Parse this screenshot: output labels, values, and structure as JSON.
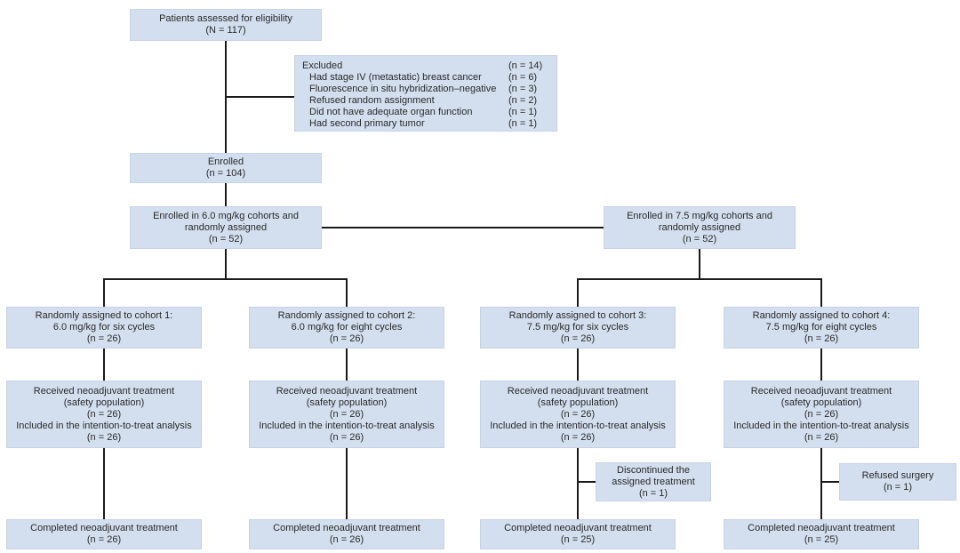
{
  "figure": {
    "type": "consort-flow-diagram",
    "box_fill_color": "#d3dfee",
    "line_color": "#1a1a1a",
    "text_color": "#29292b"
  },
  "eligibility": {
    "lines": [
      "Patients assessed for eligibility",
      "(N = 117)"
    ]
  },
  "excluded": {
    "header": {
      "label": "Excluded",
      "n": "(n = 14)"
    },
    "items": [
      {
        "label": "Had stage IV (metastatic) breast cancer",
        "n": "(n = 6)"
      },
      {
        "label": "Fluorescence in situ hybridization–negative",
        "n": "(n = 3)"
      },
      {
        "label": "Refused random assignment",
        "n": "(n = 2)"
      },
      {
        "label": "Did not have adequate organ function",
        "n": "(n = 1)"
      },
      {
        "label": "Had second primary tumor",
        "n": "(n = 1)"
      }
    ]
  },
  "enrolled": {
    "lines": [
      "Enrolled",
      "(n = 104)"
    ]
  },
  "arm_60": {
    "lines": [
      "Enrolled in 6.0 mg/kg cohorts and",
      "randomly assigned",
      "(n = 52)"
    ]
  },
  "arm_75": {
    "lines": [
      "Enrolled in 7.5 mg/kg cohorts and",
      "randomly assigned",
      "(n = 52)"
    ]
  },
  "cohorts": [
    {
      "assigned": [
        "Randomly assigned to cohort 1:",
        "6.0 mg/kg for six cycles",
        "(n = 26)"
      ],
      "received": [
        "Received neoadjuvant treatment",
        "(safety population)",
        "(n = 26)",
        "Included in the intention-to-treat analysis",
        "(n = 26)"
      ],
      "completed": [
        "Completed neoadjuvant treatment",
        "(n = 26)"
      ]
    },
    {
      "assigned": [
        "Randomly assigned to cohort 2:",
        "6.0 mg/kg for eight cycles",
        "(n = 26)"
      ],
      "received": [
        "Received neoadjuvant treatment",
        "(safety population)",
        "(n = 26)",
        "Included in the intention-to-treat analysis",
        "(n = 26)"
      ],
      "completed": [
        "Completed neoadjuvant treatment",
        "(n = 26)"
      ]
    },
    {
      "assigned": [
        "Randomly assigned to cohort 3:",
        "7.5 mg/kg for six cycles",
        "(n = 26)"
      ],
      "received": [
        "Received neoadjuvant treatment",
        "(safety population)",
        "(n = 26)",
        "Included in the intention-to-treat analysis",
        "(n = 26)"
      ],
      "completed": [
        "Completed neoadjuvant treatment",
        "(n = 25)"
      ]
    },
    {
      "assigned": [
        "Randomly assigned to cohort 4:",
        "7.5 mg/kg for eight cycles",
        "(n = 26)"
      ],
      "received": [
        "Received neoadjuvant treatment",
        "(safety population)",
        "(n = 26)",
        "Included in the intention-to-treat analysis",
        "(n = 26)"
      ],
      "completed": [
        "Completed neoadjuvant treatment",
        "(n = 25)"
      ]
    }
  ],
  "dropouts": {
    "discontinued": {
      "lines": [
        "Discontinued the",
        "assigned treatment",
        "(n = 1)"
      ]
    },
    "refused": {
      "lines": [
        "Refused surgery",
        "(n = 1)"
      ]
    }
  }
}
